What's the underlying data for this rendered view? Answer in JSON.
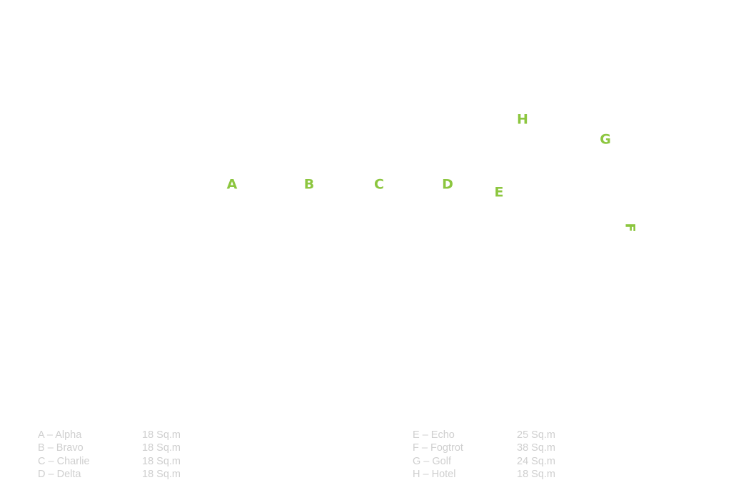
{
  "colors": {
    "label": "#8cc63f",
    "legend_text": "#cfcfcf"
  },
  "plan_labels": {
    "a": "A",
    "b": "B",
    "c": "C",
    "d": "D",
    "e": "E",
    "f": "F",
    "g": "G",
    "h": "H"
  },
  "legend": {
    "left": [
      {
        "name": "A – Alpha",
        "area": "18 Sq.m"
      },
      {
        "name": "B – Bravo",
        "area": "18 Sq.m"
      },
      {
        "name": "C – Charlie",
        "area": "18 Sq.m"
      },
      {
        "name": "D – Delta",
        "area": "18 Sq.m"
      }
    ],
    "right": [
      {
        "name": "E – Echo",
        "area": "25 Sq.m"
      },
      {
        "name": "F – Fogtrot",
        "area": "38 Sq.m"
      },
      {
        "name": "G – Golf",
        "area": "24 Sq.m"
      },
      {
        "name": "H – Hotel",
        "area": "18 Sq.m"
      }
    ]
  }
}
